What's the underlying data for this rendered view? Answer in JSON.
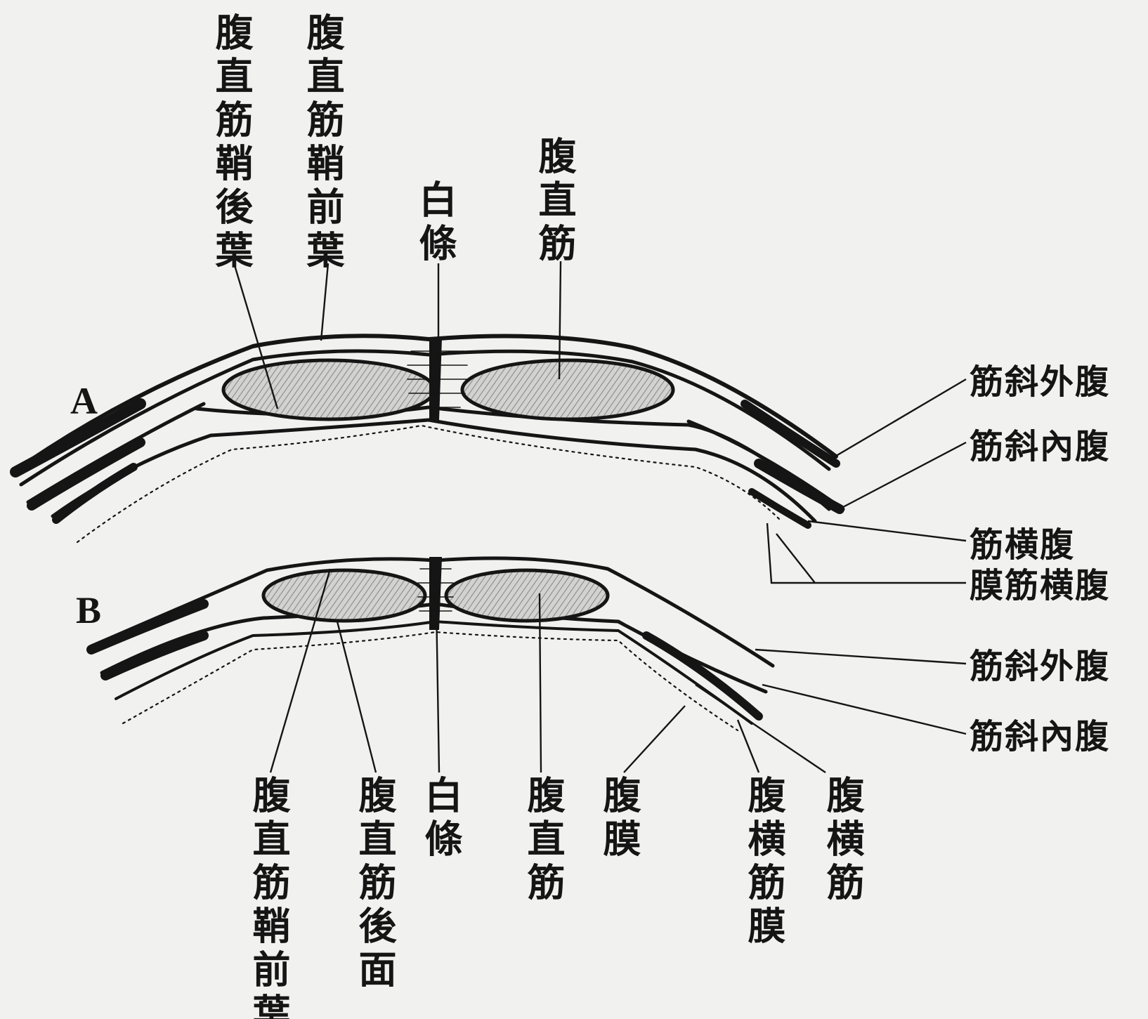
{
  "figure": {
    "panels": {
      "a": {
        "letter": "A"
      },
      "b": {
        "letter": "B"
      }
    },
    "labels_a_top": [
      {
        "id": "rectus-sheath-posterior-a",
        "text": "腹直筋鞘後葉"
      },
      {
        "id": "rectus-sheath-anterior-a",
        "text": "腹直筋鞘前葉"
      },
      {
        "id": "linea-alba-a",
        "text": "白條"
      },
      {
        "id": "rectus-muscle-a",
        "text": "腹直筋"
      }
    ],
    "labels_right": [
      {
        "id": "external-oblique-a",
        "text": "筋斜外腹"
      },
      {
        "id": "internal-oblique-a",
        "text": "筋斜內腹"
      },
      {
        "id": "transversus-a",
        "text": "筋横腹"
      },
      {
        "id": "transversalis-fascia-a",
        "text": "膜筋横腹"
      },
      {
        "id": "external-oblique-b",
        "text": "筋斜外腹"
      },
      {
        "id": "internal-oblique-b",
        "text": "筋斜內腹"
      }
    ],
    "labels_b_bottom": [
      {
        "id": "rectus-sheath-anterior-b",
        "text": "腹直筋鞘前葉"
      },
      {
        "id": "rectus-posterior-surface-b",
        "text": "腹直筋後面"
      },
      {
        "id": "linea-alba-b",
        "text": "白條"
      },
      {
        "id": "rectus-muscle-b",
        "text": "腹直筋"
      },
      {
        "id": "peritoneum-b",
        "text": "腹膜"
      },
      {
        "id": "transversalis-fascia-b",
        "text": "腹横筋膜"
      },
      {
        "id": "transversus-b",
        "text": "腹横筋"
      }
    ]
  },
  "colors": {
    "ink": "#151515",
    "paper": "#f1f1ef",
    "muscle_hatch": "#8a8a8a"
  }
}
